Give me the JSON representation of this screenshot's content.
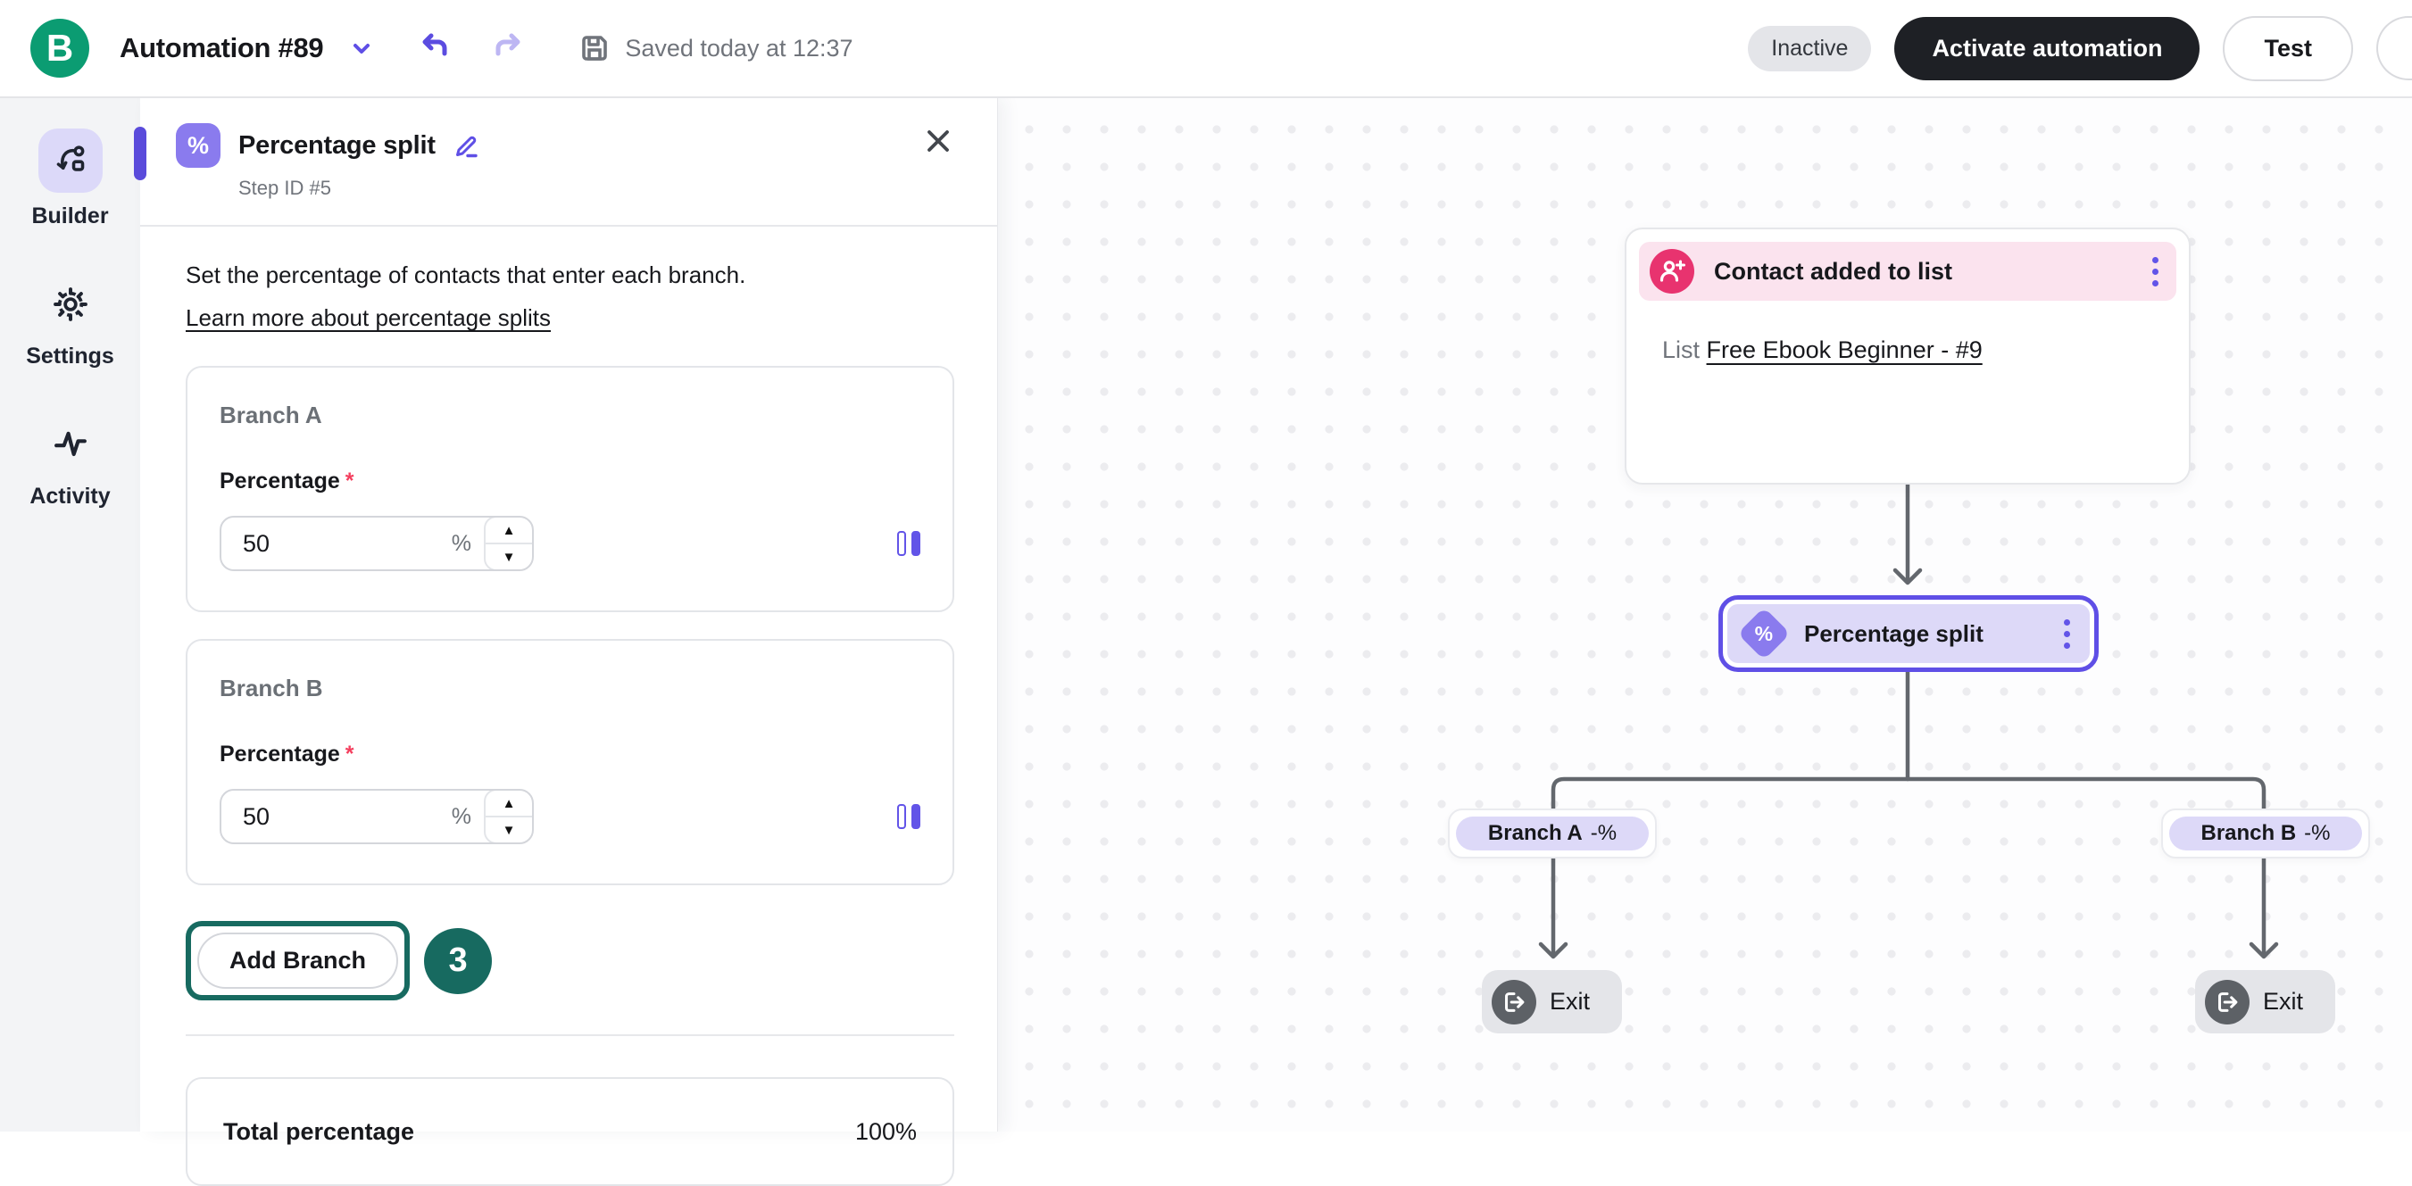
{
  "header": {
    "logo_letter": "B",
    "title": "Automation #89",
    "saved_status": "Saved today at 12:37",
    "status_badge": "Inactive",
    "activate_button": "Activate automation",
    "test_button": "Test"
  },
  "sidebar": {
    "items": [
      {
        "label": "Builder"
      },
      {
        "label": "Settings"
      },
      {
        "label": "Activity"
      }
    ]
  },
  "panel": {
    "title": "Percentage split",
    "icon_glyph": "%",
    "step_id": "Step ID #5",
    "description": "Set the percentage of contacts that enter each branch.",
    "learn_more_link": "Learn more about percentage splits",
    "branches": [
      {
        "name": "Branch A",
        "field_label": "Percentage",
        "value": "50",
        "unit": "%"
      },
      {
        "name": "Branch B",
        "field_label": "Percentage",
        "value": "50",
        "unit": "%"
      }
    ],
    "add_branch_label": "Add Branch",
    "annotation_step": "3",
    "total_label": "Total percentage",
    "total_value": "100%"
  },
  "canvas": {
    "trigger_node": {
      "title": "Contact added to list",
      "body_prefix": "List",
      "body_link": "Free Ebook Beginner - #9"
    },
    "split_node": {
      "title": "Percentage split",
      "icon_glyph": "%"
    },
    "branch_labels": [
      {
        "name": "Branch A",
        "suffix": "-%"
      },
      {
        "name": "Branch B",
        "suffix": "-%"
      }
    ],
    "exit_label": "Exit"
  },
  "colors": {
    "brand_green": "#0B9C72",
    "accent_indigo": "#6254E8",
    "lavender": "#DDD9F8",
    "pink": "#E8336F",
    "pink_light": "#FBE3EE",
    "annotation_teal": "#176A60",
    "connector_gray": "#63676D",
    "required_red": "#F43F5E"
  }
}
